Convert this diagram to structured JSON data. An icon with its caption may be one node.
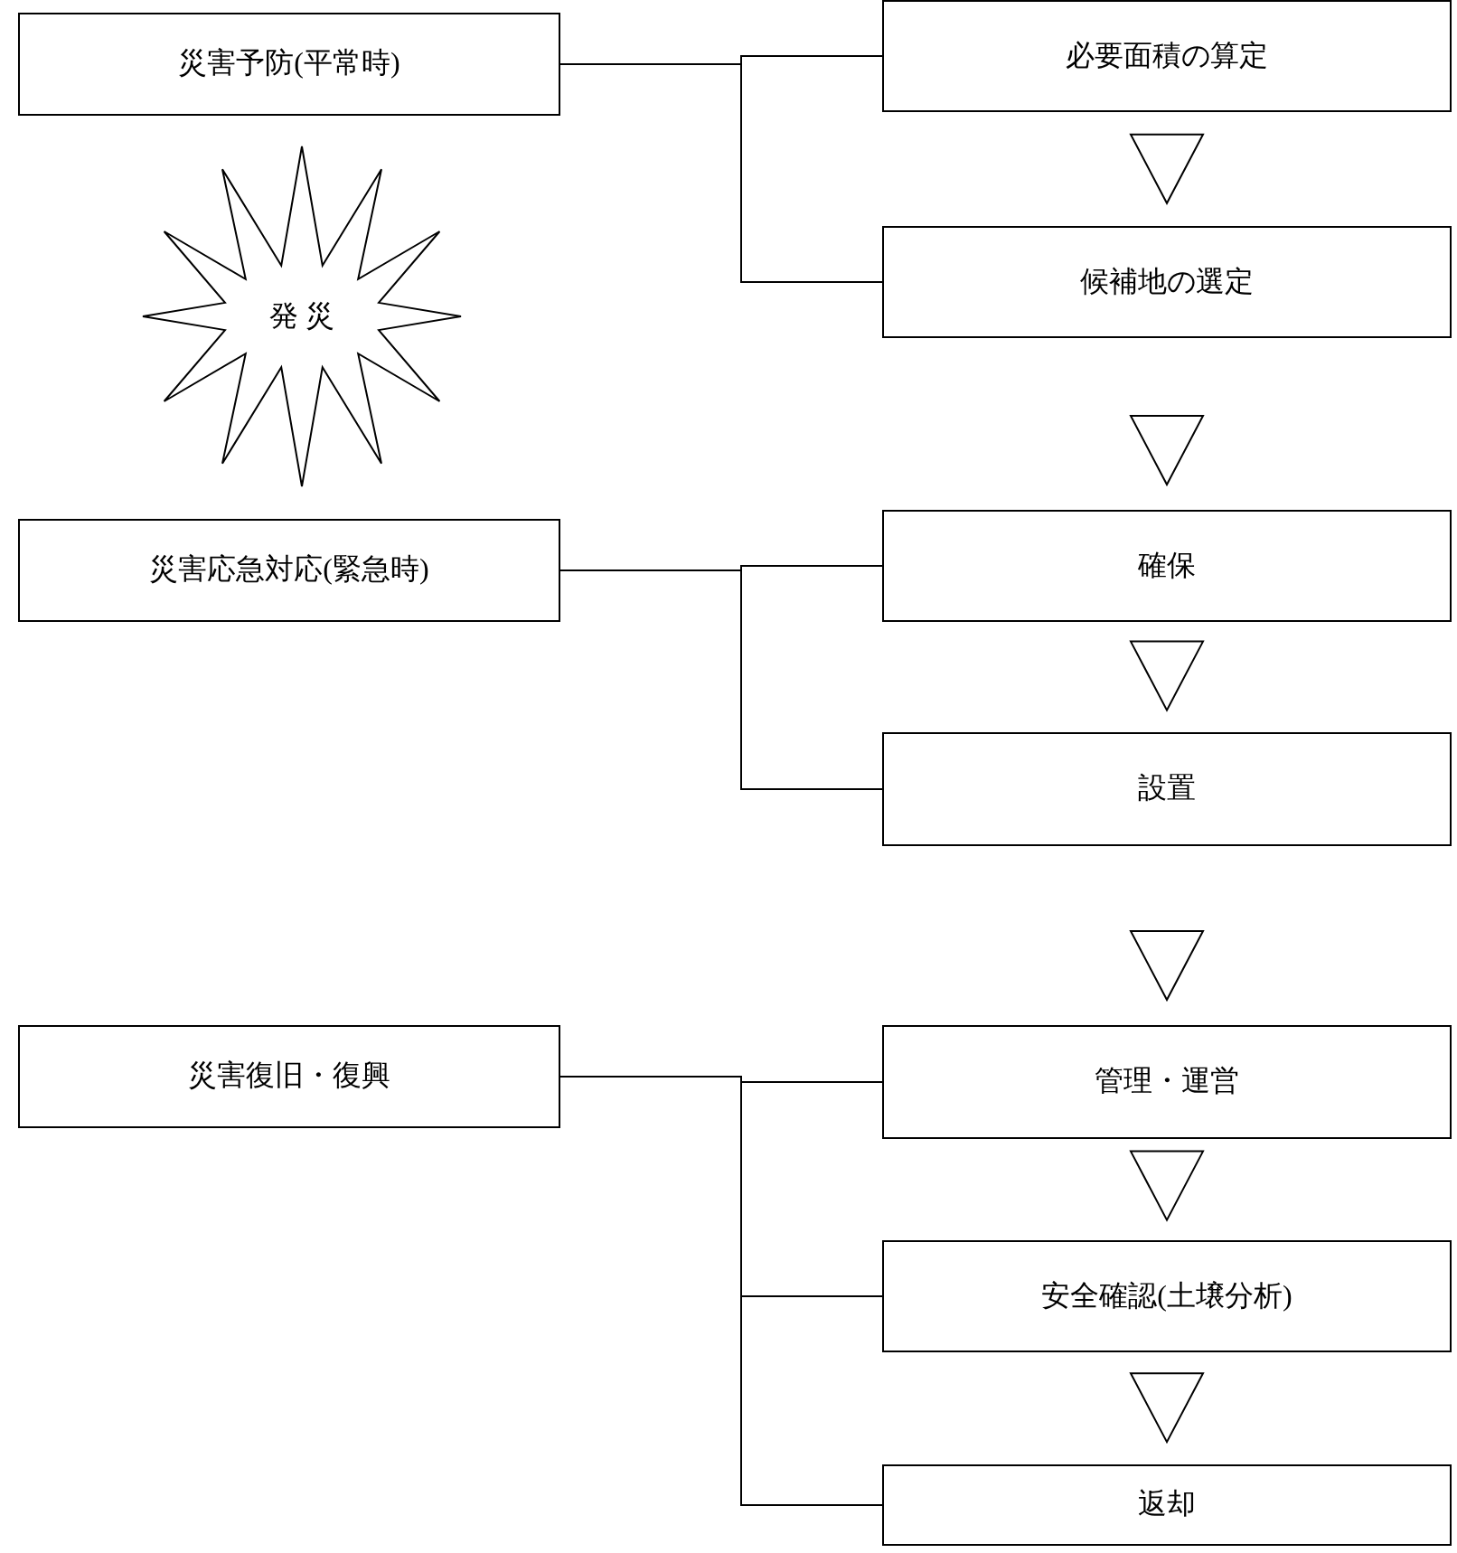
{
  "diagram": {
    "nodes": [
      {
        "text": [
          "災害予防(平常時)"
        ]
      },
      {
        "text": [
          "必要面積の算定"
        ]
      },
      {
        "text": [
          "発 災"
        ]
      },
      {
        "text": [
          "候補地の選定"
        ]
      },
      {
        "text": [
          "災害応急対応(緊急時)"
        ]
      },
      {
        "text": [
          "確保"
        ]
      },
      {
        "text": [
          "設置"
        ]
      },
      {
        "text": [
          "災害復旧・復興"
        ]
      },
      {
        "text": [
          "管理・運営"
        ]
      },
      {
        "text": [
          "安全確認(土壌分析)"
        ]
      },
      {
        "text": [
          "返却"
        ]
      }
    ],
    "edges": [
      {
        "from": 0,
        "to": 1,
        "arrow": "none"
      },
      {
        "from": 0,
        "to": 3,
        "arrow": "none"
      },
      {
        "from": 1,
        "to": 3,
        "arrow": "to"
      },
      {
        "from": 3,
        "to": 5,
        "arrow": "to"
      },
      {
        "from": 4,
        "to": 5,
        "arrow": "none"
      },
      {
        "from": 4,
        "to": 6,
        "arrow": "none"
      },
      {
        "from": 5,
        "to": 6,
        "arrow": "to"
      },
      {
        "from": 6,
        "to": 8,
        "arrow": "to"
      },
      {
        "from": 7,
        "to": 8,
        "arrow": "none"
      },
      {
        "from": 7,
        "to": 9,
        "arrow": "none"
      },
      {
        "from": 7,
        "to": 10,
        "arrow": "none"
      },
      {
        "from": 8,
        "to": 9,
        "arrow": "to"
      },
      {
        "from": 9,
        "to": 10,
        "arrow": "to"
      }
    ]
  }
}
